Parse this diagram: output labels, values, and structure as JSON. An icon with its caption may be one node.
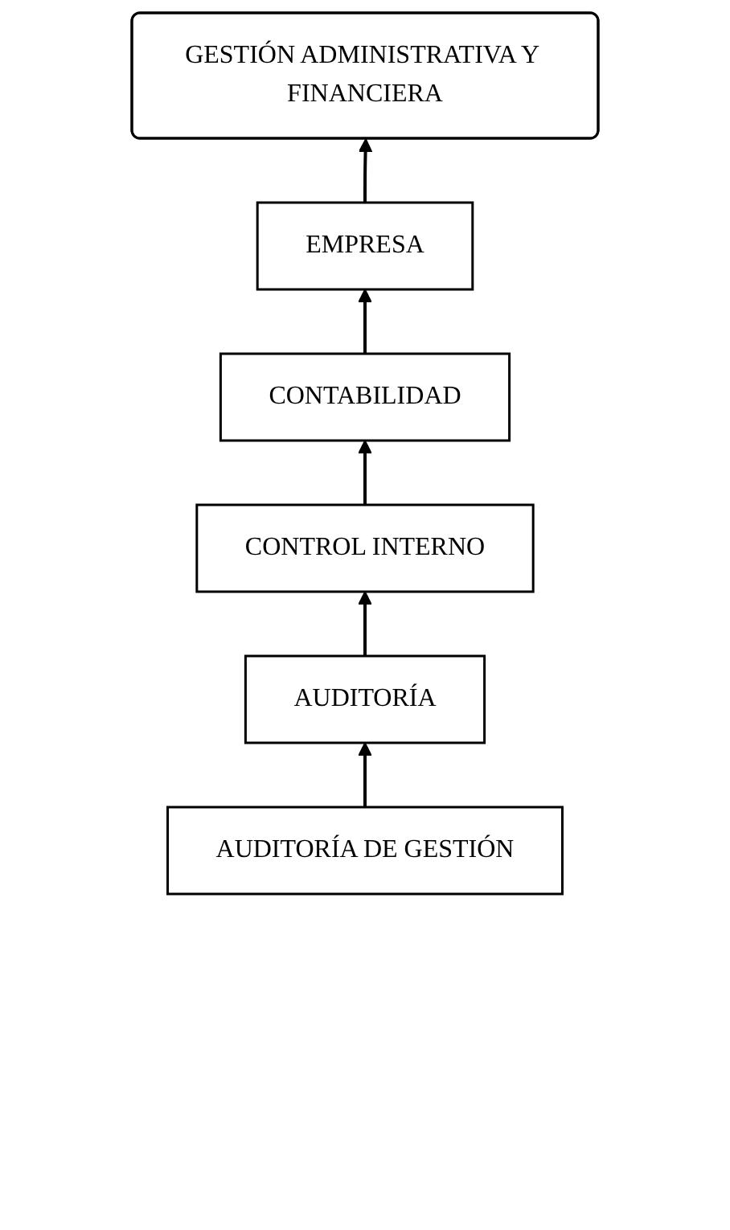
{
  "diagram": {
    "nodes": [
      {
        "text": [
          "GESTIÓN ADMINISTRATIVA Y FINANCIERA"
        ]
      },
      {
        "text": [
          "EMPRESA"
        ]
      },
      {
        "text": [
          "CONTABILIDAD"
        ]
      },
      {
        "text": [
          "CONTROL INTERNO"
        ]
      },
      {
        "text": [
          "AUDITORÍA"
        ]
      },
      {
        "text": [
          "AUDITORÍA DE GESTIÓN"
        ]
      }
    ],
    "edges": [
      {
        "from": 5,
        "to": 4,
        "arrow": "to"
      },
      {
        "from": 4,
        "to": 3,
        "arrow": "to"
      },
      {
        "from": 3,
        "to": 2,
        "arrow": "to"
      },
      {
        "from": 2,
        "to": 1,
        "arrow": "to"
      },
      {
        "from": 1,
        "to": 0,
        "arrow": "to"
      }
    ]
  }
}
